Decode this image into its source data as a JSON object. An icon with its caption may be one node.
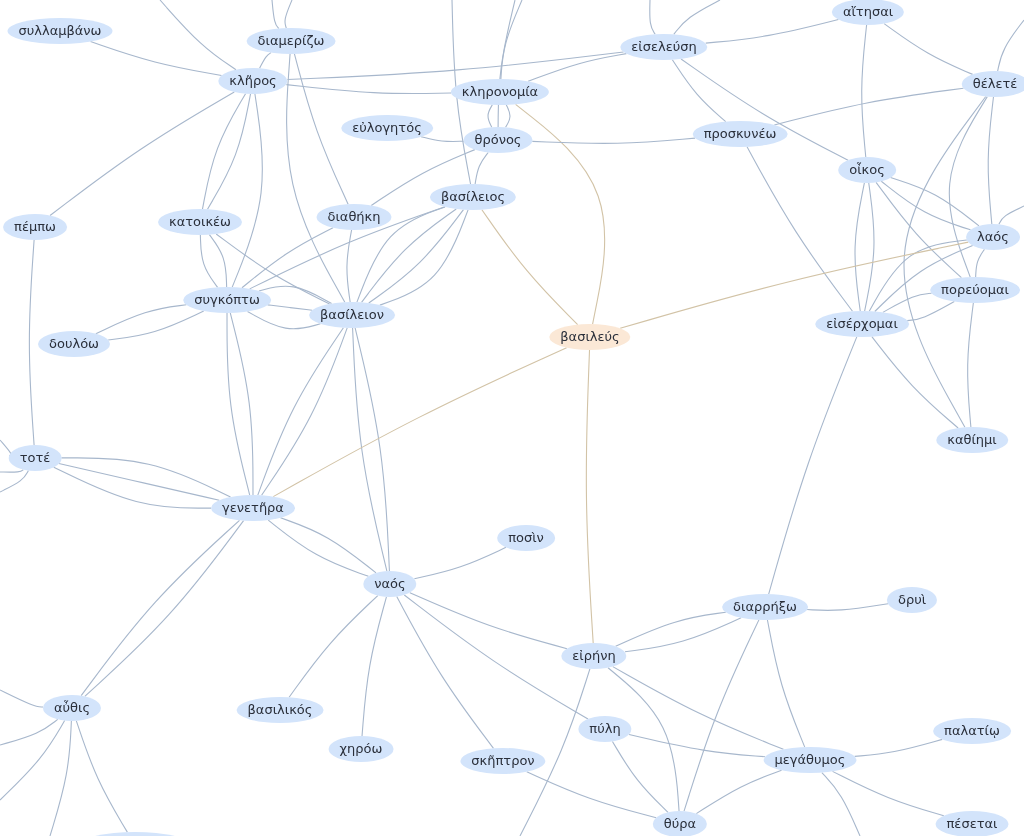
{
  "diagram": {
    "nodes": [
      {
        "text": [
          "συλλαμβάνω"
        ]
      },
      {
        "text": [
          "διαμερίζω"
        ]
      },
      {
        "text": [
          "κλῆρος"
        ]
      },
      {
        "text": [
          "εἰσελεύση"
        ]
      },
      {
        "text": [
          "αἴτησαι"
        ]
      },
      {
        "text": [
          "θέλετέ"
        ]
      },
      {
        "text": [
          "κληρονομία"
        ]
      },
      {
        "text": [
          "εὐλογητός"
        ]
      },
      {
        "text": [
          "θρόνος"
        ]
      },
      {
        "text": [
          "προσκυνέω"
        ]
      },
      {
        "text": [
          "οἶκος"
        ]
      },
      {
        "text": [
          "πέμπω"
        ]
      },
      {
        "text": [
          "κατοικέω"
        ]
      },
      {
        "text": [
          "διαθήκη"
        ]
      },
      {
        "text": [
          "βασίλειος"
        ]
      },
      {
        "text": [
          "λαός"
        ]
      },
      {
        "text": [
          "συγκόπτω"
        ]
      },
      {
        "text": [
          "βασίλειον"
        ]
      },
      {
        "text": [
          "πορεύομαι"
        ]
      },
      {
        "text": [
          "εἰσέρχομαι"
        ]
      },
      {
        "text": [
          "βασιλεύς"
        ]
      },
      {
        "text": [
          "δουλόω"
        ]
      },
      {
        "text": [
          "καθίημι"
        ]
      },
      {
        "text": [
          "τοτέ"
        ]
      },
      {
        "text": [
          "γενετῆρα"
        ]
      },
      {
        "text": [
          "ποσὶν"
        ]
      },
      {
        "text": [
          "ναός"
        ]
      },
      {
        "text": [
          "διαρρήξω"
        ]
      },
      {
        "text": [
          "δρυὶ"
        ]
      },
      {
        "text": [
          "εἰρήνη"
        ]
      },
      {
        "text": [
          "αὖθις"
        ]
      },
      {
        "text": [
          "βασιλικός"
        ]
      },
      {
        "text": [
          "πύλη"
        ]
      },
      {
        "text": [
          "χηρόω"
        ]
      },
      {
        "text": [
          "σκῆπτρον"
        ]
      },
      {
        "text": [
          "μεγάθυμος"
        ]
      },
      {
        "text": [
          "παλατίῳ"
        ]
      },
      {
        "text": [
          "θύρα"
        ]
      },
      {
        "text": [
          "πέσεται"
        ]
      },
      {
        "text": [],
        "shape": "ellipse"
      }
    ],
    "edges": [
      {
        "from": 0,
        "to": 2,
        "arrow": "none"
      },
      {
        "from": 1,
        "to": 2,
        "arrow": "none"
      },
      {
        "from": 2,
        "to": 3,
        "arrow": "none"
      },
      {
        "from": 2,
        "to": 6,
        "arrow": "none"
      },
      {
        "from": 2,
        "to": 11,
        "arrow": "none"
      },
      {
        "from": 2,
        "to": 16,
        "arrow": "none"
      },
      {
        "from": 2,
        "to": 12,
        "arrow": "none"
      },
      {
        "from": 2,
        "to": 12,
        "arrow": "none"
      },
      {
        "from": null,
        "to": 2,
        "arrow": "none"
      },
      {
        "from": null,
        "to": 1,
        "arrow": "none"
      },
      {
        "from": null,
        "to": 1,
        "arrow": "none"
      },
      {
        "from": 1,
        "to": 17,
        "arrow": "none"
      },
      {
        "from": 1,
        "to": 13,
        "arrow": "none"
      },
      {
        "from": 3,
        "to": 6,
        "arrow": "none"
      },
      {
        "from": 3,
        "to": 4,
        "arrow": "none"
      },
      {
        "from": 3,
        "to": 9,
        "arrow": "none"
      },
      {
        "from": 3,
        "to": 10,
        "arrow": "none"
      },
      {
        "from": null,
        "to": 3,
        "arrow": "none"
      },
      {
        "from": null,
        "to": 3,
        "arrow": "none"
      },
      {
        "from": 4,
        "to": 10,
        "arrow": "none"
      },
      {
        "from": 4,
        "to": 5,
        "arrow": "none"
      },
      {
        "from": 5,
        "to": 9,
        "arrow": "none"
      },
      {
        "from": 5,
        "to": 15,
        "arrow": "none"
      },
      {
        "from": 5,
        "to": 18,
        "arrow": "none"
      },
      {
        "from": 5,
        "to": 22,
        "arrow": "none"
      },
      {
        "from": null,
        "to": 5,
        "arrow": "none"
      },
      {
        "from": 6,
        "to": 8,
        "arrow": "none"
      },
      {
        "from": 6,
        "to": 8,
        "arrow": "none"
      },
      {
        "from": 6,
        "to": 20,
        "arrow": "none",
        "color": "#d2c3a6"
      },
      {
        "from": null,
        "to": 6,
        "arrow": "none"
      },
      {
        "from": null,
        "to": 8,
        "arrow": "none"
      },
      {
        "from": null,
        "to": 14,
        "arrow": "none"
      },
      {
        "from": 7,
        "to": 8,
        "arrow": "none"
      },
      {
        "from": 8,
        "to": 9,
        "arrow": "none"
      },
      {
        "from": 8,
        "to": 13,
        "arrow": "none"
      },
      {
        "from": 8,
        "to": 14,
        "arrow": "none"
      },
      {
        "from": 14,
        "to": 17,
        "arrow": "none"
      },
      {
        "from": 14,
        "to": 17,
        "arrow": "none"
      },
      {
        "from": 9,
        "to": 19,
        "arrow": "none"
      },
      {
        "from": 10,
        "to": 15,
        "arrow": "none"
      },
      {
        "from": 10,
        "to": 15,
        "arrow": "none"
      },
      {
        "from": 10,
        "to": 18,
        "arrow": "none"
      },
      {
        "from": 10,
        "to": 19,
        "arrow": "none"
      },
      {
        "from": 10,
        "to": 19,
        "arrow": "none"
      },
      {
        "from": 12,
        "to": 16,
        "arrow": "none"
      },
      {
        "from": 12,
        "to": 16,
        "arrow": "none"
      },
      {
        "from": 12,
        "to": 17,
        "arrow": "none"
      },
      {
        "from": 13,
        "to": 16,
        "arrow": "none"
      },
      {
        "from": 13,
        "to": 17,
        "arrow": "none"
      },
      {
        "from": 14,
        "to": 17,
        "arrow": "none"
      },
      {
        "from": 14,
        "to": 17,
        "arrow": "none"
      },
      {
        "from": 14,
        "to": 16,
        "arrow": "none"
      },
      {
        "from": 14,
        "to": 20,
        "arrow": "none",
        "color": "#d2c3a6"
      },
      {
        "from": 15,
        "to": 19,
        "arrow": "none"
      },
      {
        "from": 15,
        "to": 19,
        "arrow": "none"
      },
      {
        "from": 15,
        "to": 18,
        "arrow": "none"
      },
      {
        "from": 15,
        "to": 20,
        "arrow": "none",
        "color": "#d2c3a6"
      },
      {
        "from": 18,
        "to": 19,
        "arrow": "none"
      },
      {
        "from": 18,
        "to": 19,
        "arrow": "none"
      },
      {
        "from": 19,
        "to": 22,
        "arrow": "none"
      },
      {
        "from": 19,
        "to": 27,
        "arrow": "none"
      },
      {
        "from": 18,
        "to": 22,
        "arrow": "none"
      },
      {
        "from": 16,
        "to": 21,
        "arrow": "none"
      },
      {
        "from": 16,
        "to": 21,
        "arrow": "none"
      },
      {
        "from": 16,
        "to": 17,
        "arrow": "none"
      },
      {
        "from": 16,
        "to": 17,
        "arrow": "none"
      },
      {
        "from": 16,
        "to": 17,
        "arrow": "none"
      },
      {
        "from": 16,
        "to": 24,
        "arrow": "none"
      },
      {
        "from": 16,
        "to": 24,
        "arrow": "none"
      },
      {
        "from": 17,
        "to": 24,
        "arrow": "none"
      },
      {
        "from": 17,
        "to": 24,
        "arrow": "none"
      },
      {
        "from": 17,
        "to": 26,
        "arrow": "none"
      },
      {
        "from": 17,
        "to": 26,
        "arrow": "none"
      },
      {
        "from": 11,
        "to": 23,
        "arrow": "none"
      },
      {
        "from": 23,
        "to": 24,
        "arrow": "none"
      },
      {
        "from": 23,
        "to": 24,
        "arrow": "none"
      },
      {
        "from": 23,
        "to": 24,
        "arrow": "none"
      },
      {
        "from": null,
        "to": 23,
        "arrow": "none"
      },
      {
        "from": null,
        "to": 23,
        "arrow": "none"
      },
      {
        "from": null,
        "to": 23,
        "arrow": "none"
      },
      {
        "from": 24,
        "to": 26,
        "arrow": "none"
      },
      {
        "from": 24,
        "to": 26,
        "arrow": "none"
      },
      {
        "from": 24,
        "to": 30,
        "arrow": "none"
      },
      {
        "from": 24,
        "to": 30,
        "arrow": "none"
      },
      {
        "from": 20,
        "to": 24,
        "arrow": "none",
        "color": "#d2c3a6"
      },
      {
        "from": 20,
        "to": 29,
        "arrow": "none",
        "color": "#d2c3a6"
      },
      {
        "from": 26,
        "to": 25,
        "arrow": "none"
      },
      {
        "from": 26,
        "to": 29,
        "arrow": "none"
      },
      {
        "from": 26,
        "to": 31,
        "arrow": "none"
      },
      {
        "from": 26,
        "to": 33,
        "arrow": "none"
      },
      {
        "from": 26,
        "to": 34,
        "arrow": "none"
      },
      {
        "from": 26,
        "to": 32,
        "arrow": "none"
      },
      {
        "from": 27,
        "to": 29,
        "arrow": "none"
      },
      {
        "from": 27,
        "to": 29,
        "arrow": "none"
      },
      {
        "from": 27,
        "to": 28,
        "arrow": "none"
      },
      {
        "from": 27,
        "to": 35,
        "arrow": "none"
      },
      {
        "from": 27,
        "to": 37,
        "arrow": "none"
      },
      {
        "from": 29,
        "to": 35,
        "arrow": "none"
      },
      {
        "from": 29,
        "to": 37,
        "arrow": "none"
      },
      {
        "from": null,
        "to": 29,
        "arrow": "none"
      },
      {
        "from": 32,
        "to": 35,
        "arrow": "none"
      },
      {
        "from": 32,
        "to": 37,
        "arrow": "none"
      },
      {
        "from": 34,
        "to": 37,
        "arrow": "none"
      },
      {
        "from": 35,
        "to": 36,
        "arrow": "none"
      },
      {
        "from": 35,
        "to": 38,
        "arrow": "none"
      },
      {
        "from": 35,
        "to": 37,
        "arrow": "none"
      },
      {
        "from": null,
        "to": 35,
        "arrow": "none"
      },
      {
        "from": null,
        "to": 30,
        "arrow": "none"
      },
      {
        "from": null,
        "to": 30,
        "arrow": "none"
      },
      {
        "from": null,
        "to": 30,
        "arrow": "none"
      },
      {
        "from": null,
        "to": 30,
        "arrow": "none"
      },
      {
        "from": 30,
        "to": 39,
        "arrow": "none"
      },
      {
        "from": null,
        "to": 15,
        "arrow": "none"
      }
    ]
  }
}
